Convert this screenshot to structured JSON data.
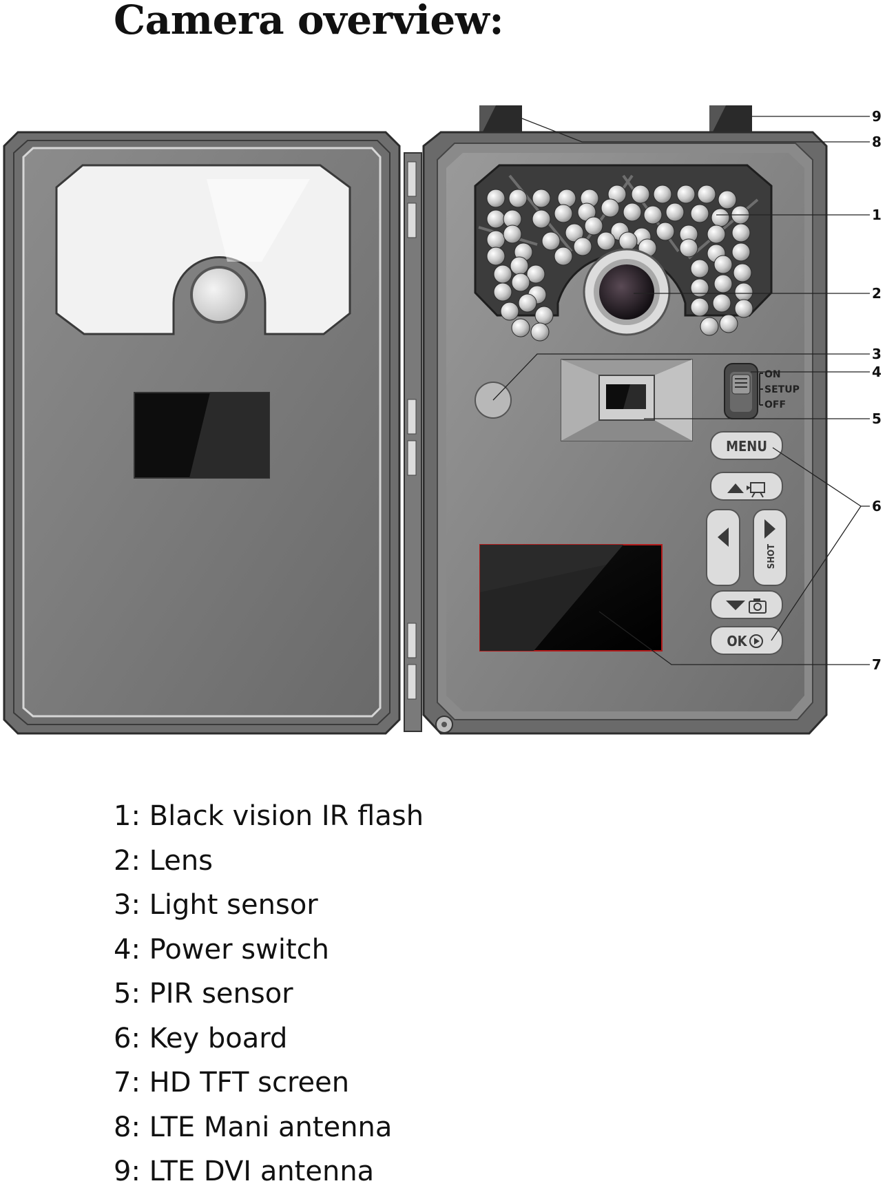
{
  "page": {
    "title": "Camera overview:"
  },
  "diagram": {
    "callouts": [
      "1",
      "2",
      "3",
      "4",
      "5",
      "6",
      "7",
      "8",
      "9"
    ],
    "switch_labels": [
      "ON",
      "SETUP",
      "OFF"
    ],
    "buttons": {
      "menu": "MENU",
      "shot": "SHOT",
      "ok": "OK"
    }
  },
  "legend": {
    "items": [
      "1: Black vision IR flash",
      "2: Lens",
      "3: Light sensor",
      "4: Power switch",
      "5: PIR sensor",
      "6: Key board",
      "7: HD TFT screen",
      "8: LTE Mani antenna",
      "9: LTE DVI antenna"
    ]
  }
}
